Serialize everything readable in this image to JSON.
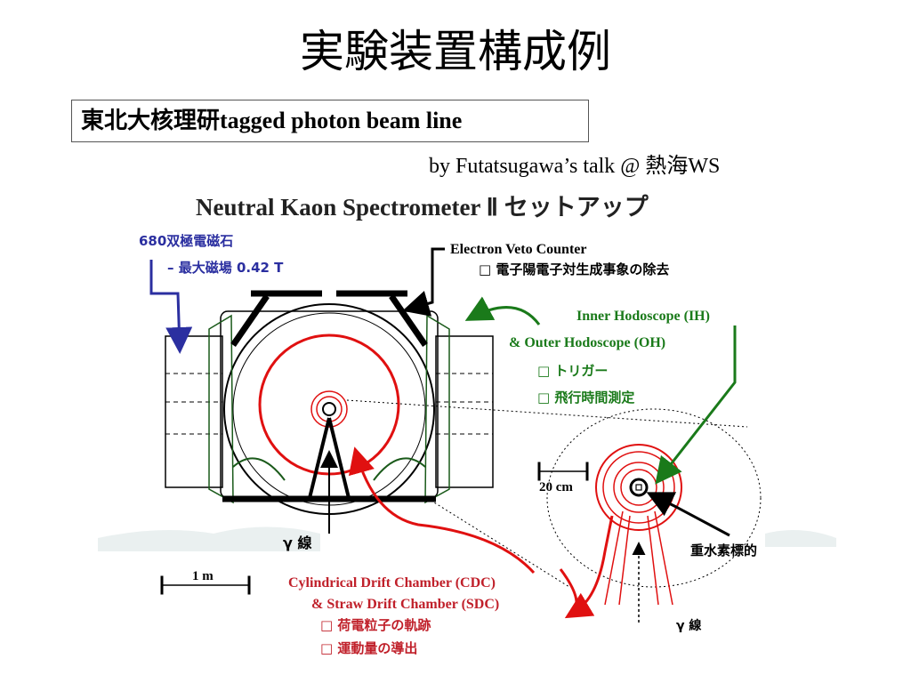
{
  "slide": {
    "title": "実験装置構成例",
    "boxed_label": "東北大核理研tagged photon beam line",
    "byline": "by Futatsugawa’s talk @ 熱海WS"
  },
  "diagram": {
    "heading": "Neutral Kaon Spectrometer Ⅱ セットアップ",
    "magnet_label": "680双極電磁石",
    "magnet_field": "– 最大磁場 0.42 T",
    "veto_label": "Electron Veto Counter",
    "veto_sub": "□ 電子陽電子対生成事象の除去",
    "ih_label": "Inner Hodoscope (IH)",
    "oh_label": "& Outer Hodoscope (OH)",
    "trigger": "□ トリガー",
    "tof": "□ 飛行時間測定",
    "scale_20cm": "20 cm",
    "target": "重水素標的",
    "gamma_left": "γ 線",
    "gamma_right": "γ 線",
    "scale_1m": "1 m",
    "cdc_label": "Cylindrical Drift Chamber (CDC)",
    "sdc_label": "& Straw Drift Chamber (SDC)",
    "track": "□ 荷電粒子の軌跡",
    "momentum": "□ 運動量の導出"
  },
  "colors": {
    "blue": "#2b2fa0",
    "green": "#1a7a1a",
    "red": "#e01010",
    "dark_red": "#c0202a",
    "black": "#000000"
  }
}
